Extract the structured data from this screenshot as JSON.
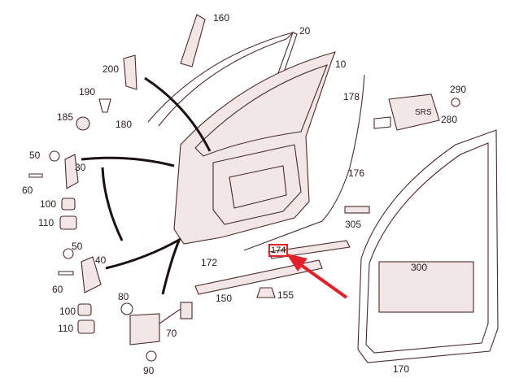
{
  "callouts": [
    {
      "id": "160",
      "text": "160"
    },
    {
      "id": "20",
      "text": "20"
    },
    {
      "id": "200",
      "text": "200"
    },
    {
      "id": "10",
      "text": "10"
    },
    {
      "id": "190",
      "text": "190"
    },
    {
      "id": "185",
      "text": "185"
    },
    {
      "id": "180",
      "text": "180"
    },
    {
      "id": "178",
      "text": "178"
    },
    {
      "id": "290",
      "text": "290"
    },
    {
      "id": "280",
      "text": "280"
    },
    {
      "id": "50a",
      "text": "50"
    },
    {
      "id": "30",
      "text": "30"
    },
    {
      "id": "60a",
      "text": "60"
    },
    {
      "id": "176",
      "text": "176"
    },
    {
      "id": "100a",
      "text": "100"
    },
    {
      "id": "110a",
      "text": "110"
    },
    {
      "id": "305",
      "text": "305"
    },
    {
      "id": "174",
      "text": "174"
    },
    {
      "id": "50b",
      "text": "50"
    },
    {
      "id": "40",
      "text": "40"
    },
    {
      "id": "172",
      "text": "172"
    },
    {
      "id": "300",
      "text": "300"
    },
    {
      "id": "60b",
      "text": "60"
    },
    {
      "id": "150",
      "text": "150"
    },
    {
      "id": "155",
      "text": "155"
    },
    {
      "id": "80",
      "text": "80"
    },
    {
      "id": "100b",
      "text": "100"
    },
    {
      "id": "110b",
      "text": "110"
    },
    {
      "id": "70",
      "text": "70"
    },
    {
      "id": "90",
      "text": "90"
    },
    {
      "id": "170",
      "text": "170"
    }
  ],
  "module_label": "SRS",
  "highlight": {
    "callout": "174",
    "color": "#e3202a"
  },
  "colors": {
    "line": "#3a2020",
    "highlight": "#e3202a",
    "background": "#ffffff"
  }
}
